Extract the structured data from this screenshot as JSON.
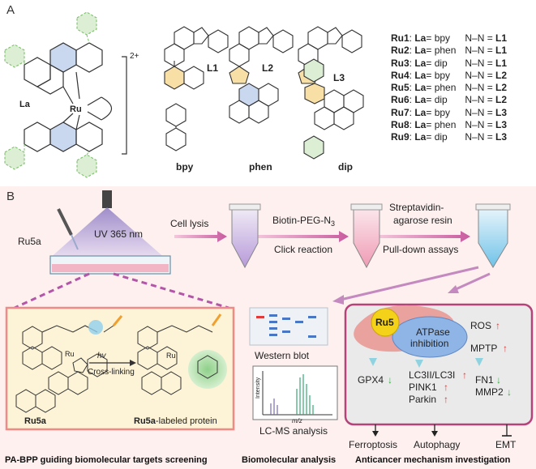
{
  "panel_a": {
    "letter": "A",
    "complex": {
      "la_label": "La",
      "metal": "Ru",
      "charge": "2+"
    },
    "ligands": [
      {
        "label": "L1"
      },
      {
        "label": "L2"
      },
      {
        "label": "L3"
      },
      {
        "label": "bpy"
      },
      {
        "label": "phen"
      },
      {
        "label": "dip"
      }
    ],
    "complexes": [
      {
        "name": "Ru1",
        "la": "bpy",
        "nn": "L1"
      },
      {
        "name": "Ru2",
        "la": "phen",
        "nn": "L1"
      },
      {
        "name": "Ru3",
        "la": "dip",
        "nn": "L1"
      },
      {
        "name": "Ru4",
        "la": "bpy",
        "nn": "L2"
      },
      {
        "name": "Ru5",
        "la": "phen",
        "nn": "L2"
      },
      {
        "name": "Ru6",
        "la": "dip",
        "nn": "L2"
      },
      {
        "name": "Ru7",
        "la": "bpy",
        "nn": "L3"
      },
      {
        "name": "Ru8",
        "la": "phen",
        "nn": "L3"
      },
      {
        "name": "Ru9",
        "la": "dip",
        "nn": "L3"
      }
    ],
    "legend_la": "La",
    "legend_nn": "N–N"
  },
  "panel_b": {
    "letter": "B",
    "ru5a_label": "Ru5a",
    "uv_label": "UV 365 nm",
    "step_cell_lysis": "Cell lysis",
    "step_biotin": "Biotin-PEG-N",
    "step_biotin_sub": "3",
    "step_click": "Click reaction",
    "step_strep_1": "Streptavidin-",
    "step_strep_2": "agarose resin",
    "step_pulldown": "Pull-down assays",
    "western_blot": "Western blot",
    "lcms_axis_y": "Intensity",
    "lcms_axis_x": "m/z",
    "lcms_label": "LC-MS analysis",
    "crosslink_hv": "hv",
    "crosslink_label": "Cross-linking",
    "ru5a_mol": "Ru5a",
    "labeled_protein_bold": "Ru5a",
    "labeled_protein_rest": "-labeled protein",
    "mechanism": {
      "ru5": "Ru5",
      "atpase_1": "ATPase",
      "atpase_2": "inhibition",
      "ros": "ROS",
      "mptp": "MPTP",
      "gpx4": "GPX4",
      "lc3": "LC3II/LC3I",
      "pink1": "PINK1",
      "parkin": "Parkin",
      "fn1": "FN1",
      "mmp2": "MMP2",
      "ferroptosis": "Ferroptosis",
      "autophagy": "Autophagy",
      "emt": "EMT"
    },
    "caption_left": "PA-BPP guiding biomolecular targets screening",
    "caption_mid": "Biomolecular analysis",
    "caption_right": "Anticancer mechanism investigation"
  }
}
